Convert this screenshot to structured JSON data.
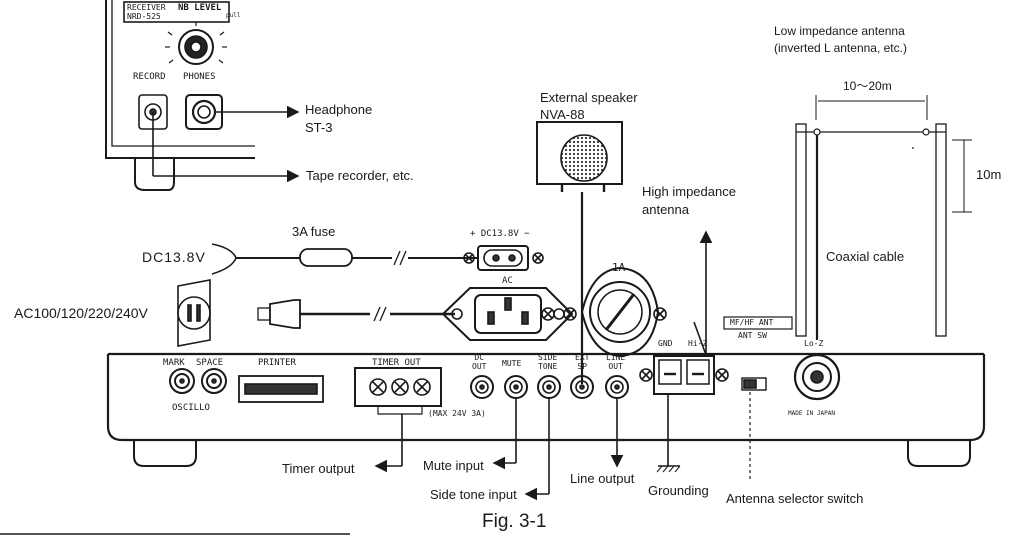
{
  "receiver_panel": {
    "model": "RECEIVER\nNRD-525",
    "nb_level": "NB LEVEL",
    "pull": "pull",
    "record": "RECORD",
    "phones": "PHONES"
  },
  "callouts": {
    "headphone": "Headphone",
    "headphone_model": "ST-3",
    "tape": "Tape recorder, etc.",
    "speaker": "External speaker",
    "speaker_model": "NVA-88",
    "high_imp_1": "High impedance",
    "high_imp_2": "antenna",
    "low_imp_1": "Low impedance antenna",
    "low_imp_2": "(inverted L antenna, etc.)",
    "span": "10〜20m",
    "height": "10m",
    "coax": "Coaxial cable",
    "fuse": "3A fuse",
    "dc_in": "DC13.8V",
    "ac_in": "AC100/120/220/240V",
    "timer_output": "Timer output",
    "mute_input": "Mute input",
    "side_tone_input": "Side tone input",
    "line_output": "Line output",
    "grounding": "Grounding",
    "antenna_switch": "Antenna selector switch"
  },
  "rear_panel": {
    "dc_socket": "+ DC13.8V −",
    "ac": "AC",
    "fuse_rating": "1A",
    "mark": "MARK",
    "space": "SPACE",
    "oscillo": "OSCILLO",
    "printer": "PRINTER",
    "timer_out": "TIMER OUT",
    "timer_rating": "(MAX 24V 3A)",
    "dc_out": "DC\nOUT",
    "mute": "MUTE",
    "side_tone": "SIDE\nTONE",
    "ext_sp": "EXT\nSP",
    "line_out": "LINE\nOUT",
    "gnd": "GND",
    "hi_z": "Hi-Z",
    "mf_hf_ant": "MF/HF ANT",
    "ant_sw": "ANT SW",
    "lo_z": "Lo-Z",
    "made_in": "MADE IN JAPAN"
  },
  "caption": "Fig. 3-1"
}
